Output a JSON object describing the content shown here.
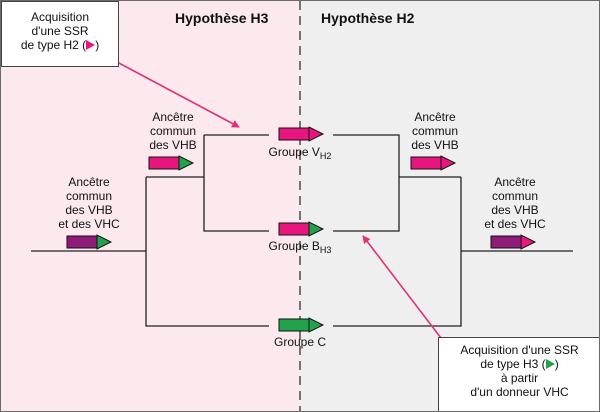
{
  "colors": {
    "left_bg": "#fbe9ee",
    "right_bg": "#efefef",
    "pink": "#e8157f",
    "green": "#22a24a",
    "purple": "#8e1a7a",
    "line": "#222222",
    "arrow": "#e0307a"
  },
  "headers": {
    "left": "Hypothèse H3",
    "right": "Hypothèse H2"
  },
  "note_top": {
    "line1": "Acquisition",
    "line2": "d'une SSR",
    "line3_prefix": "de type H2 (",
    "line3_suffix": ")",
    "icon": "pink-triangle-icon"
  },
  "note_bottom": {
    "line1": "Acquisition d'une SSR",
    "line2_prefix": "de type H3 (",
    "line2_suffix": ")",
    "line3": "à partir",
    "line4": "d'un donneur VHC",
    "icon": "green-triangle-icon"
  },
  "labels": {
    "ancestor_left_inner": [
      "Ancêtre",
      "commun",
      "des VHB"
    ],
    "ancestor_left_outer": [
      "Ancêtre",
      "commun",
      "des VHB",
      "et des VHC"
    ],
    "ancestor_right_inner": [
      "Ancêtre",
      "commun",
      "des VHB"
    ],
    "ancestor_right_outer": [
      "Ancêtre",
      "commun",
      "des VHB",
      "et des VHC"
    ],
    "group_v": {
      "text": "Groupe V",
      "sub": "H2"
    },
    "group_b": {
      "text": "Groupe B",
      "sub": "H3"
    },
    "group_c": {
      "text": "Groupe C"
    }
  }
}
